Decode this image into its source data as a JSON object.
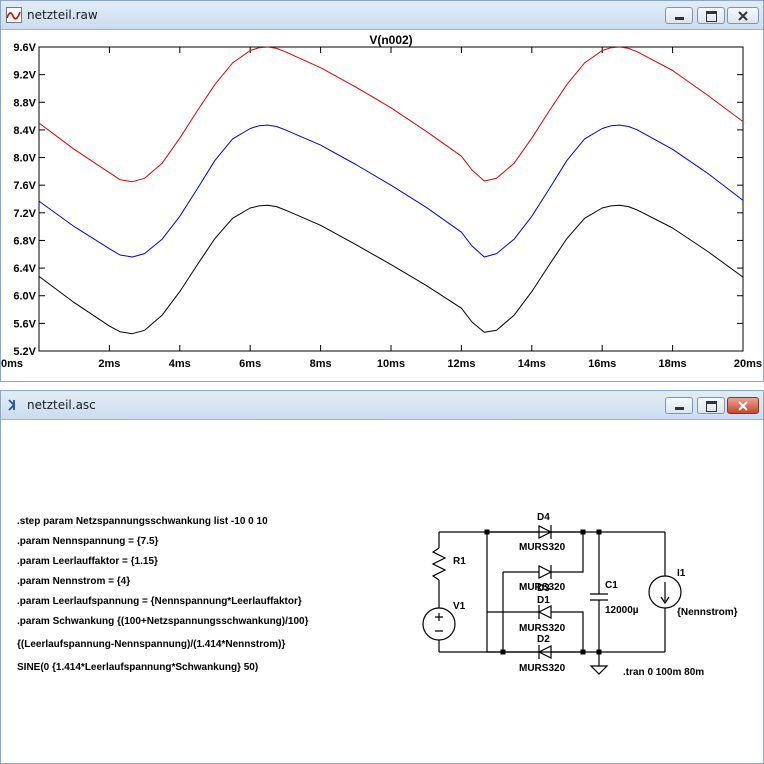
{
  "raw_window": {
    "title": "netzteil.raw",
    "icon": "waveform-icon",
    "controls": [
      "minimize-icon",
      "maximize-icon",
      "close-icon"
    ]
  },
  "asc_window": {
    "title": "netzteil.asc",
    "icon": "schematic-icon",
    "controls": [
      "minimize-icon",
      "maximize-icon",
      "close-icon"
    ],
    "directives": [
      ".step param Netzspannungsschwankung list -10 0 10",
      ".param Nennspannung = {7.5}",
      ".param Leerlauffaktor = {1.15}",
      ".param Nennstrom = {4}",
      ".param Leerlaufspannung = {Nennspannung*Leerlauffaktor}",
      ".param Schwankung {(100+Netzspannungsschwankung)/100}",
      "{(Leerlaufspannung-Nennspannung)/(1.414*Nennstrom)}",
      "SINE(0 {1.414*Leerlaufspannung*Schwankung} 50)"
    ],
    "schematic": {
      "R1": "R1",
      "V1": "V1",
      "D4": "D4",
      "D4_model": "MURS320",
      "D3": "D3",
      "D3_model": "MURS320",
      "D1": "D1",
      "D1_model": "MURS320",
      "D2": "D2",
      "D2_model": "MURS320",
      "C1": "C1",
      "C1_value": "12000µ",
      "I1": "I1",
      "I1_value": "{Nennstrom}",
      "tran": ".tran 0 100m 80m"
    }
  },
  "chart_data": {
    "type": "line",
    "title": "V(n002)",
    "xlabel": "",
    "ylabel": "",
    "xlim": [
      0,
      20
    ],
    "ylim": [
      5.2,
      9.6
    ],
    "x_ticks": [
      "0ms",
      "2ms",
      "4ms",
      "6ms",
      "8ms",
      "10ms",
      "12ms",
      "14ms",
      "16ms",
      "18ms",
      "20ms"
    ],
    "y_ticks": [
      "5.2V",
      "5.6V",
      "6.0V",
      "6.4V",
      "6.8V",
      "7.2V",
      "7.6V",
      "8.0V",
      "8.4V",
      "8.8V",
      "9.2V",
      "9.6V"
    ],
    "grid": false,
    "series": [
      {
        "color": "#e00000",
        "x": [
          0,
          1,
          2,
          2.3,
          2.65,
          3.0,
          3.5,
          4,
          4.5,
          5,
          5.5,
          6,
          6.25,
          6.5,
          6.75,
          7,
          8,
          9,
          10,
          11,
          12,
          12.3,
          12.65,
          13.0,
          13.5,
          14,
          14.5,
          15,
          15.5,
          16,
          16.25,
          16.5,
          16.75,
          17,
          18,
          19,
          20
        ],
        "y": [
          8.5,
          8.12,
          7.78,
          7.68,
          7.65,
          7.7,
          7.92,
          8.28,
          8.68,
          9.06,
          9.37,
          9.55,
          9.59,
          9.6,
          9.58,
          9.53,
          9.3,
          9.02,
          8.72,
          8.38,
          8.02,
          7.82,
          7.66,
          7.7,
          7.92,
          8.28,
          8.68,
          9.06,
          9.37,
          9.55,
          9.59,
          9.6,
          9.58,
          9.53,
          9.26,
          8.9,
          8.52
        ]
      },
      {
        "color": "#0000e0",
        "x": [
          0,
          1,
          2,
          2.3,
          2.65,
          3.0,
          3.5,
          4,
          4.5,
          5,
          5.5,
          6,
          6.25,
          6.5,
          6.75,
          7,
          8,
          9,
          10,
          11,
          12,
          12.3,
          12.65,
          13.0,
          13.5,
          14,
          14.5,
          15,
          15.5,
          16,
          16.25,
          16.5,
          16.75,
          17,
          18,
          19,
          20
        ],
        "y": [
          7.37,
          7.0,
          6.68,
          6.59,
          6.56,
          6.61,
          6.82,
          7.15,
          7.55,
          7.96,
          8.27,
          8.42,
          8.46,
          8.47,
          8.45,
          8.4,
          8.18,
          7.9,
          7.6,
          7.28,
          6.92,
          6.72,
          6.56,
          6.61,
          6.82,
          7.15,
          7.55,
          7.96,
          8.27,
          8.42,
          8.46,
          8.47,
          8.45,
          8.4,
          8.12,
          7.77,
          7.38
        ]
      },
      {
        "color": "#000000",
        "x": [
          0,
          1,
          2,
          2.3,
          2.65,
          3.0,
          3.5,
          4,
          4.5,
          5,
          5.5,
          6,
          6.25,
          6.5,
          6.75,
          7,
          8,
          9,
          10,
          11,
          12,
          12.3,
          12.65,
          13.0,
          13.5,
          14,
          14.5,
          15,
          15.5,
          16,
          16.25,
          16.5,
          16.75,
          17,
          18,
          19,
          20
        ],
        "y": [
          6.28,
          5.9,
          5.56,
          5.48,
          5.45,
          5.5,
          5.72,
          6.06,
          6.45,
          6.83,
          7.12,
          7.27,
          7.3,
          7.31,
          7.29,
          7.24,
          7.02,
          6.74,
          6.45,
          6.15,
          5.82,
          5.62,
          5.47,
          5.5,
          5.72,
          6.06,
          6.45,
          6.83,
          7.12,
          7.27,
          7.3,
          7.31,
          7.29,
          7.24,
          6.98,
          6.64,
          6.27
        ]
      }
    ]
  }
}
